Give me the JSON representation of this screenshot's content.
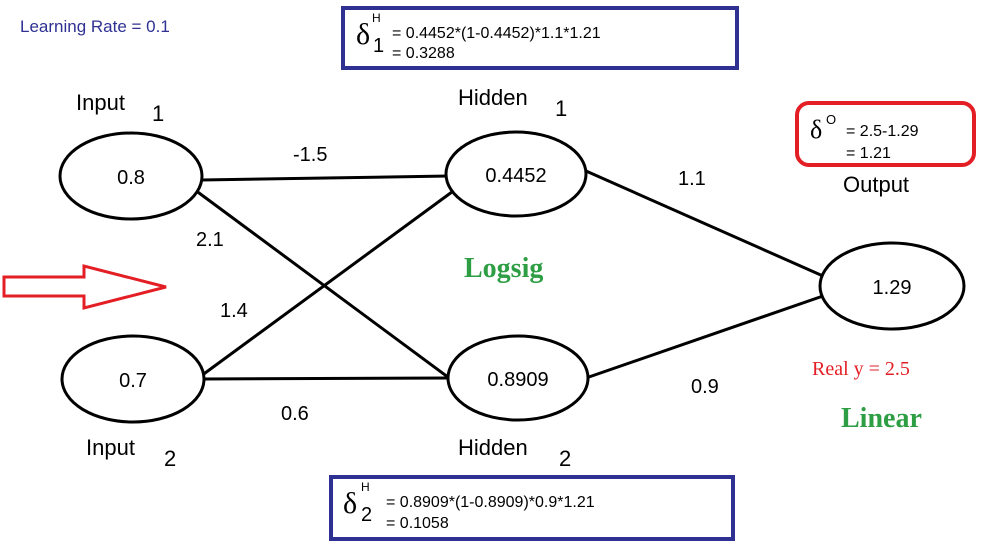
{
  "learning_rate": "Learning Rate = 0.1",
  "inputs": [
    {
      "label": "Input",
      "sub": "1",
      "value": "0.8"
    },
    {
      "label": "Input",
      "sub": "2",
      "value": "0.7"
    }
  ],
  "hidden": [
    {
      "label": "Hidden",
      "sub": "1",
      "value": "0.4452"
    },
    {
      "label": "Hidden",
      "sub": "2",
      "value": "0.8909"
    }
  ],
  "output": {
    "label": "Output",
    "value": "1.29"
  },
  "weights": {
    "i1_h1": "-1.5",
    "i1_h2": "2.1",
    "i2_h1": "1.4",
    "i2_h2": "0.6",
    "h1_o": "1.1",
    "h2_o": "0.9"
  },
  "activations": {
    "hidden": "Logsig",
    "output": "Linear"
  },
  "real_y": "Real y = 2.5",
  "delta_h1": {
    "symbol": "δ",
    "sub": "1",
    "sup": "H",
    "line1": "= 0.4452*(1-0.4452)*1.1*1.21",
    "line2": "= 0.3288"
  },
  "delta_h2": {
    "symbol": "δ",
    "sub": "2",
    "sup": "H",
    "line1": "= 0.8909*(1-0.8909)*0.9*1.21",
    "line2": "= 0.1058"
  },
  "delta_o": {
    "symbol": "δ",
    "sup": "O",
    "line1": "= 2.5-1.29",
    "line2": "= 1.21"
  },
  "colors": {
    "box_border": "#2e3192",
    "delta_o_border": "#e31e24",
    "learning_rate": "#2e3192",
    "green": "#2e9e44",
    "red": "#e31e24"
  }
}
